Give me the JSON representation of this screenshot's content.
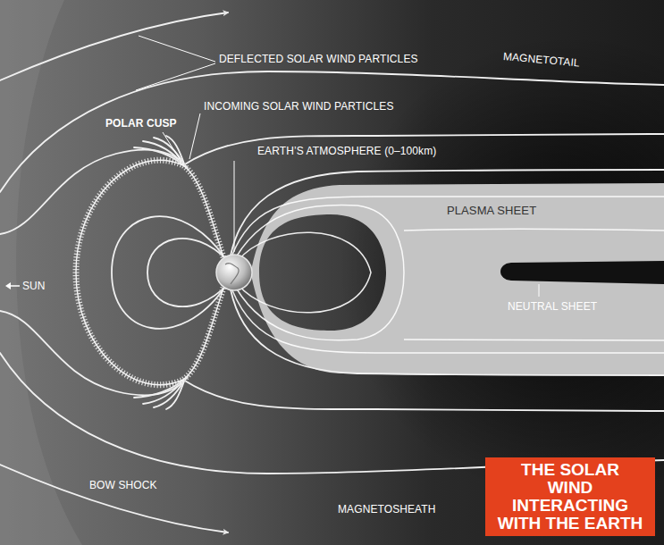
{
  "diagram": {
    "title": "THE SOLAR WIND INTERACTING WITH THE EARTH",
    "labels": [
      "MAGNETOTAIL",
      "DEFLECTED SOLAR WIND PARTICLES",
      "POLAR CUSP",
      "INCOMING SOLAR WIND PARTICLES",
      "EARTH’S ATMOSPHERE (0–100km)",
      "PLASMA SHEET",
      "SUN",
      "NEUTRAL SHEET",
      "BOW SHOCK",
      "MAGNETOSHEATH"
    ]
  }
}
